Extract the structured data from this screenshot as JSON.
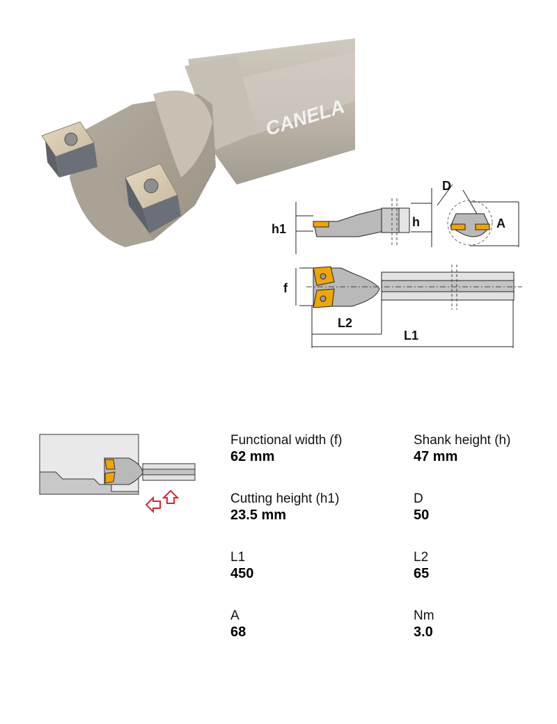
{
  "product": {
    "brand_mark": "CANELA",
    "photo_alt": "Boring bar with two square indexable inserts"
  },
  "drawing": {
    "labels": {
      "h1": "h1",
      "h": "h",
      "D": "D",
      "A": "A",
      "f": "f",
      "L2": "L2",
      "L1": "L1"
    },
    "colors": {
      "insert": "#f0a500",
      "body": "#b9b9b9",
      "outline": "#222222"
    }
  },
  "application_icon": {
    "name": "internal-boring-application",
    "arrow_color": "#d8262e"
  },
  "specs": [
    {
      "label": "Functional width (f)",
      "value": "62 mm"
    },
    {
      "label": "Shank height (h)",
      "value": "47 mm"
    },
    {
      "label": "Cutting height (h1)",
      "value": "23.5 mm"
    },
    {
      "label": "D",
      "value": "50"
    },
    {
      "label": "L1",
      "value": "450"
    },
    {
      "label": "L2",
      "value": "65"
    },
    {
      "label": "A",
      "value": "68"
    },
    {
      "label": "Nm",
      "value": "3.0"
    }
  ]
}
